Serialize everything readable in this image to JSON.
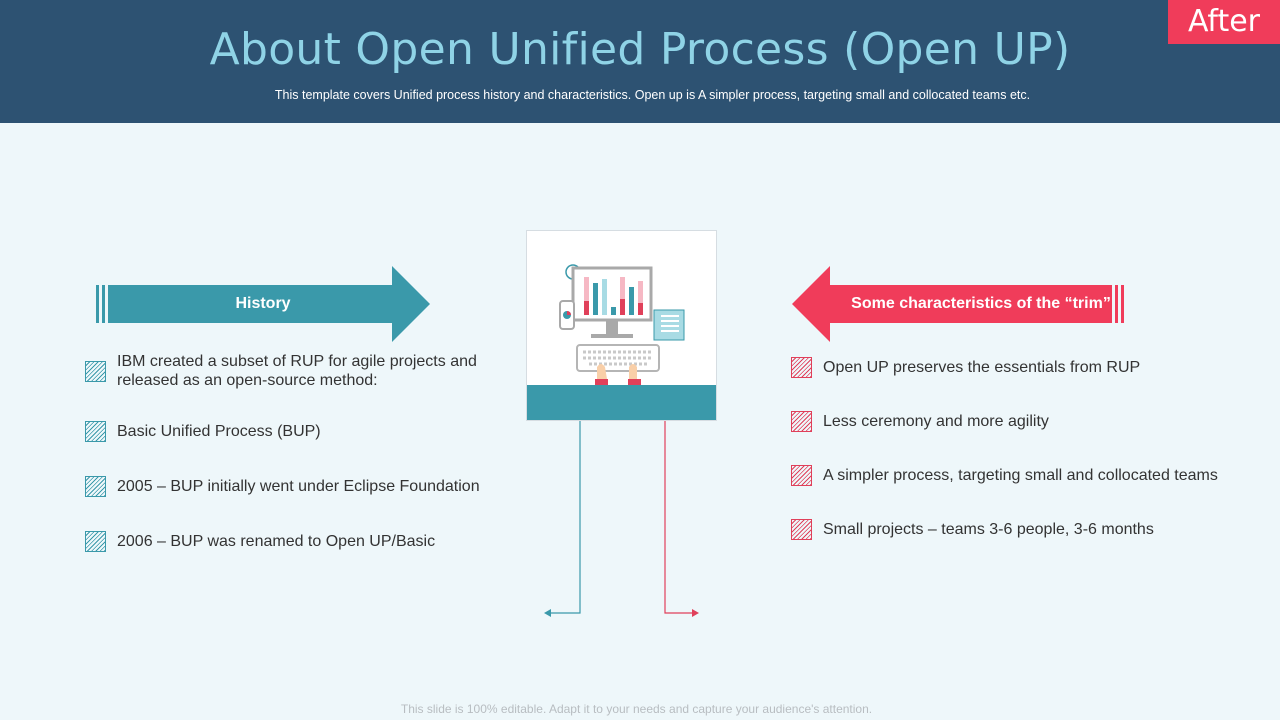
{
  "header": {
    "title": "About Open Unified Process (Open UP)",
    "subtitle": "This template covers Unified process history and characteristics. Open up is A simpler process, targeting small and collocated teams etc.",
    "badge": "After"
  },
  "left": {
    "heading": "History",
    "items": [
      "IBM created a subset of RUP for agile projects and released as an open-source method:",
      "Basic Unified Process (BUP)",
      "2005 – BUP initially went under Eclipse Foundation",
      "2006 – BUP was renamed to Open UP/Basic"
    ]
  },
  "right": {
    "heading": "Some characteristics of the “trim”",
    "items": [
      "Open UP preserves the essentials from RUP",
      "Less ceremony and more agility",
      "A simpler process, targeting small and collocated teams",
      "Small projects – teams 3-6 people, 3-6 months"
    ]
  },
  "footer": "This slide is 100% editable. Adapt it to your needs and capture your audience's attention.",
  "colors": {
    "header_bg": "#2d5272",
    "title": "#8fd3e6",
    "teal": "#3a99aa",
    "red": "#f03c5a",
    "page_bg": "#eef7fa"
  }
}
